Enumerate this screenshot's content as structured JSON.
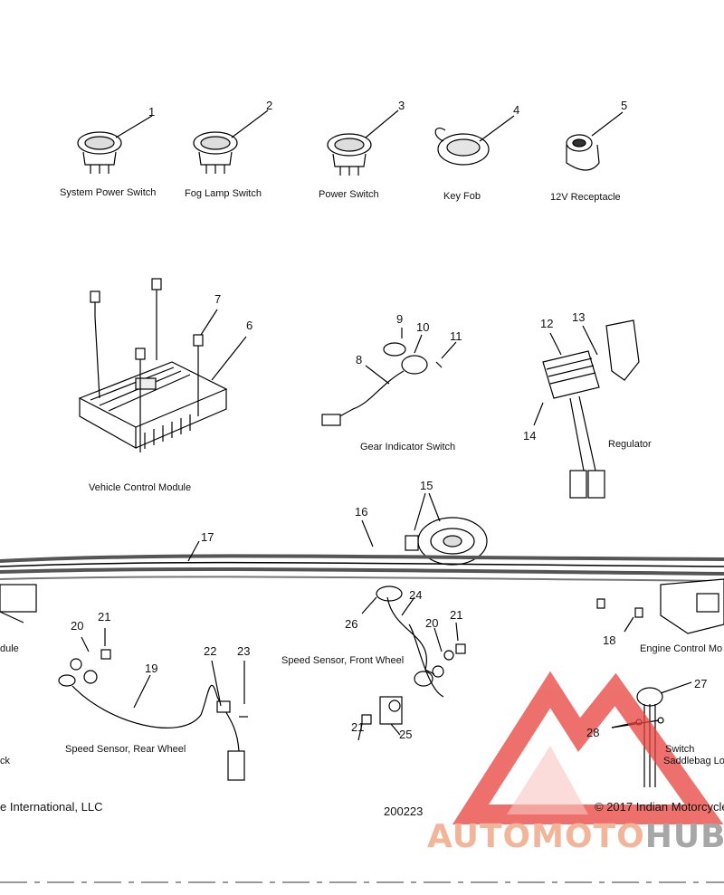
{
  "labels": {
    "system_power_switch": "System Power Switch",
    "fog_lamp_switch": "Fog Lamp Switch",
    "power_switch": "Power Switch",
    "key_fob": "Key Fob",
    "receptacle_12v": "12V Receptacle",
    "vehicle_control_module": "Vehicle Control Module",
    "gear_indicator_switch": "Gear Indicator Switch",
    "regulator": "Regulator",
    "module_left": "dule",
    "engine_control_module": "Engine Control Mo",
    "speed_sensor_front": "Speed Sensor, Front Wheel",
    "speed_sensor_rear": "Speed Sensor, Rear Wheel",
    "ck": "ck",
    "switch": "Switch",
    "saddlebag": "Saddlebag Lo"
  },
  "callouts": [
    "1",
    "2",
    "3",
    "4",
    "5",
    "6",
    "7",
    "8",
    "9",
    "10",
    "11",
    "12",
    "13",
    "14",
    "15",
    "16",
    "17",
    "18",
    "19",
    "20",
    "21",
    "22",
    "23",
    "24",
    "25",
    "26",
    "27",
    "28"
  ],
  "callouts_extra": {
    "20b": "20",
    "21b": "21",
    "21c": "21"
  },
  "footer": {
    "left": "e International, LLC",
    "center": "200223",
    "right": "© 2017 Indian Motorcycle"
  },
  "watermark": {
    "part1": "AUTOMOTO",
    "part2": "HUB"
  },
  "colors": {
    "watermark_red": "#e8413c",
    "watermark_orange": "#f2b59a",
    "watermark_grey": "#a7a7a7"
  }
}
